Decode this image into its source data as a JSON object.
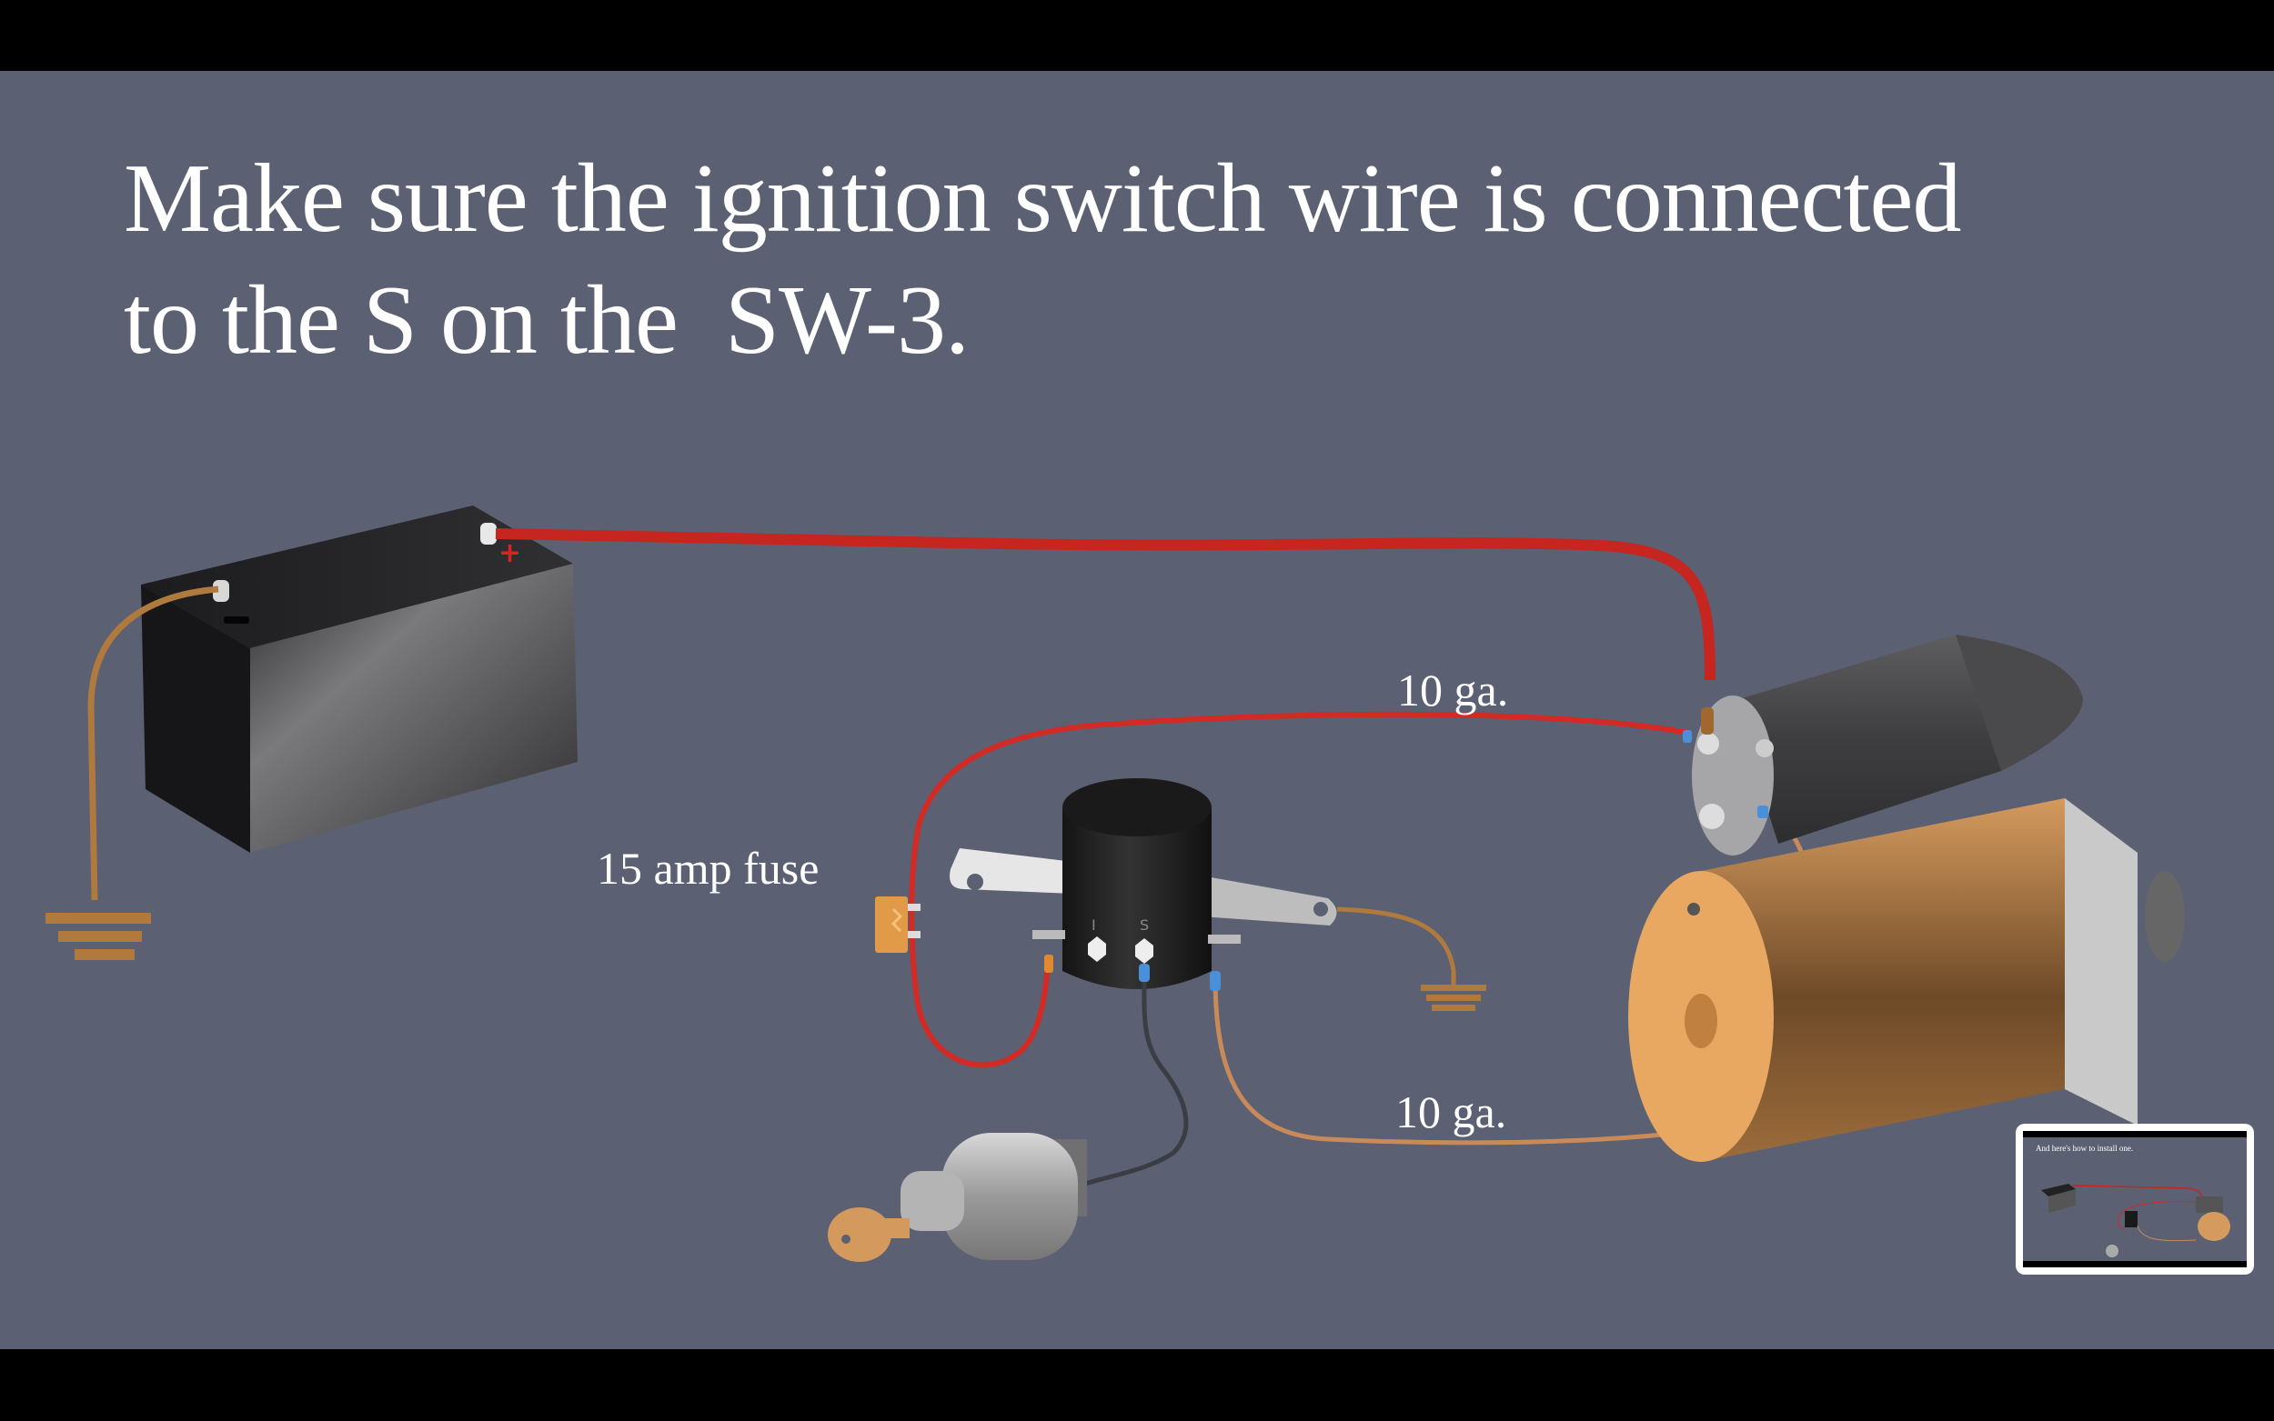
{
  "slide": {
    "title_line1": "Make sure the ignition switch wire is connected",
    "title_line2": "to the S on the  SW-3.",
    "background_color": "#5b6072"
  },
  "labels": {
    "fuse": "15 amp fuse",
    "wire_top_gauge": "10 ga.",
    "wire_bottom_gauge": "10 ga."
  },
  "components": {
    "battery": {
      "positive_symbol": "+"
    },
    "solenoid_sw3": {
      "terminal_left": "I",
      "terminal_right": "S"
    },
    "starter_motor": {},
    "ignition_switch": {},
    "ground_symbols": 2
  },
  "wire_colors": {
    "red": "#d22a24",
    "copper": "#c98a5a",
    "ground": "#b07a3e",
    "ignition": "#3a3d44"
  },
  "thumbnail": {
    "caption": "And here's how to install one."
  }
}
